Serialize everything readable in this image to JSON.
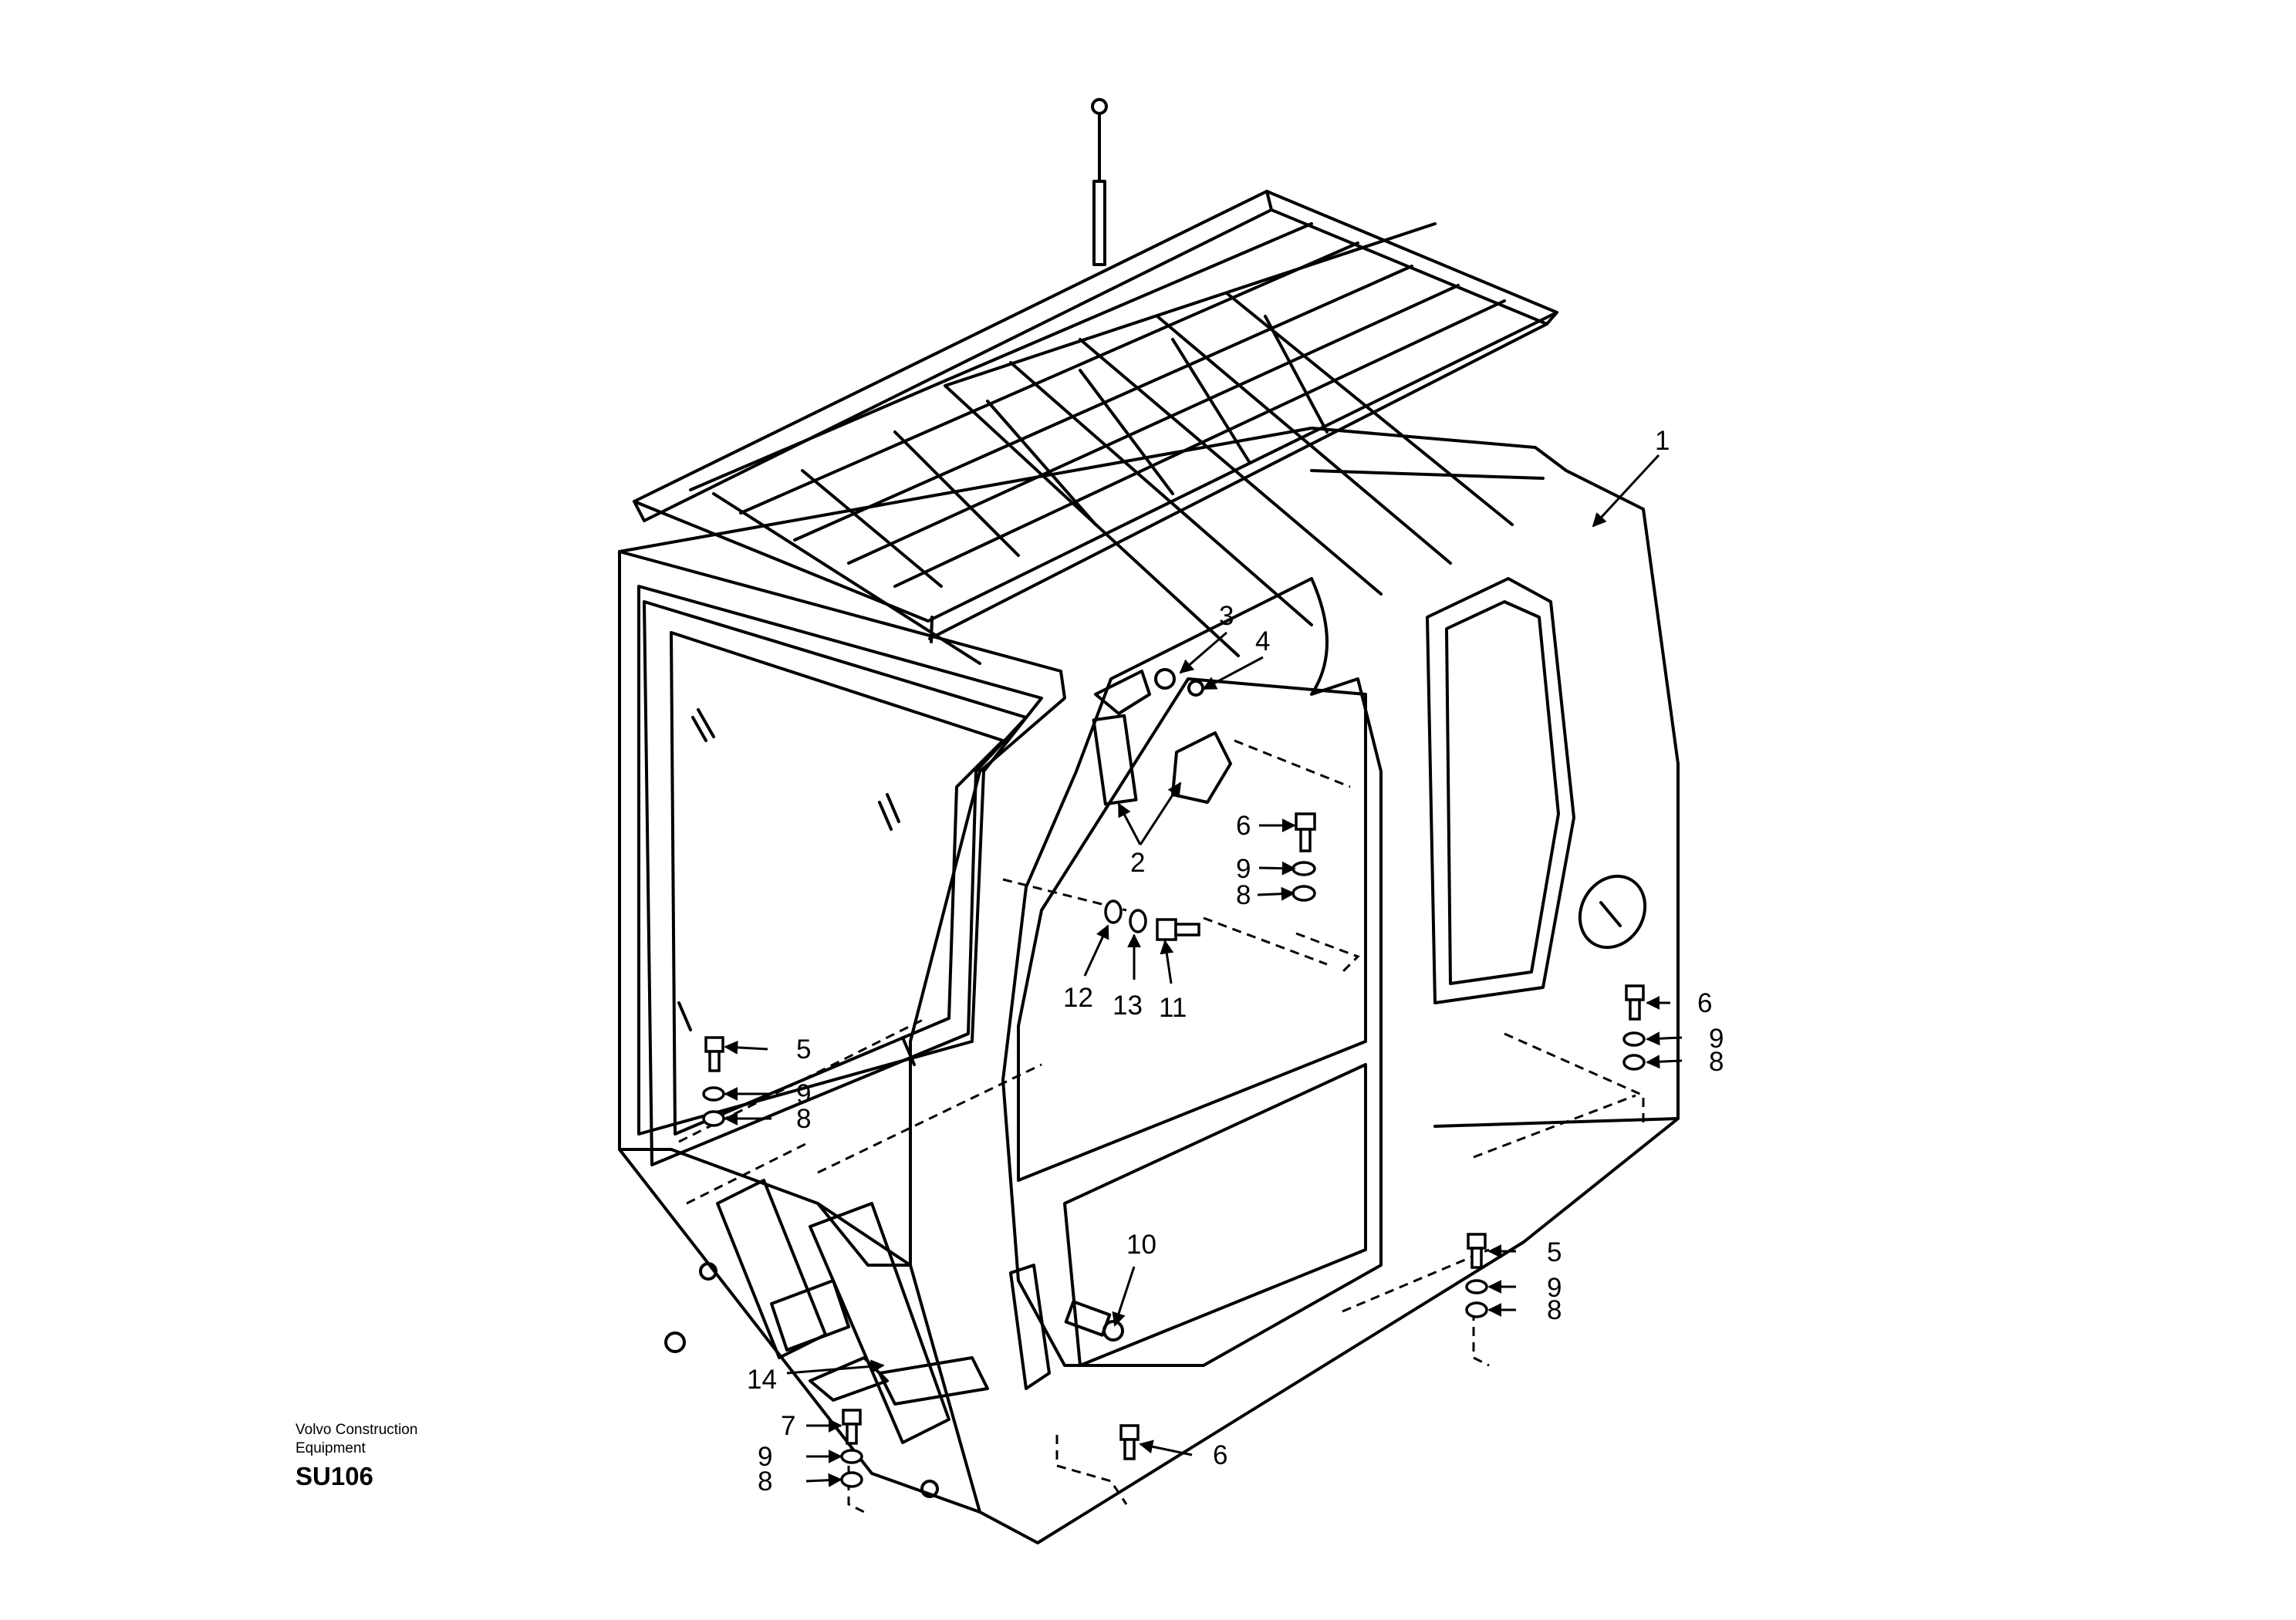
{
  "publisher": {
    "line1": "Volvo Construction",
    "line2": "Equipment"
  },
  "figure_code": "SU106",
  "callouts": {
    "c1": "1",
    "c2": "2",
    "c3": "3",
    "c4": "4",
    "c5a": "5",
    "c5b": "5",
    "c6a": "6",
    "c6b": "6",
    "c6c": "6",
    "c7": "7",
    "c8a": "8",
    "c8b": "8",
    "c8c": "8",
    "c8d": "8",
    "c8e": "8",
    "c9a": "9",
    "c9b": "9",
    "c9c": "9",
    "c9d": "9",
    "c9e": "9",
    "c10": "10",
    "c11": "11",
    "c12": "12",
    "c13": "13",
    "c14": "14"
  },
  "part_icons": [
    "bolt-icon",
    "washer-icon",
    "lock-washer-icon",
    "hinge-icon",
    "door-handle-icon",
    "latch-icon",
    "step-icon",
    "antenna-icon",
    "roof-guard-icon"
  ]
}
